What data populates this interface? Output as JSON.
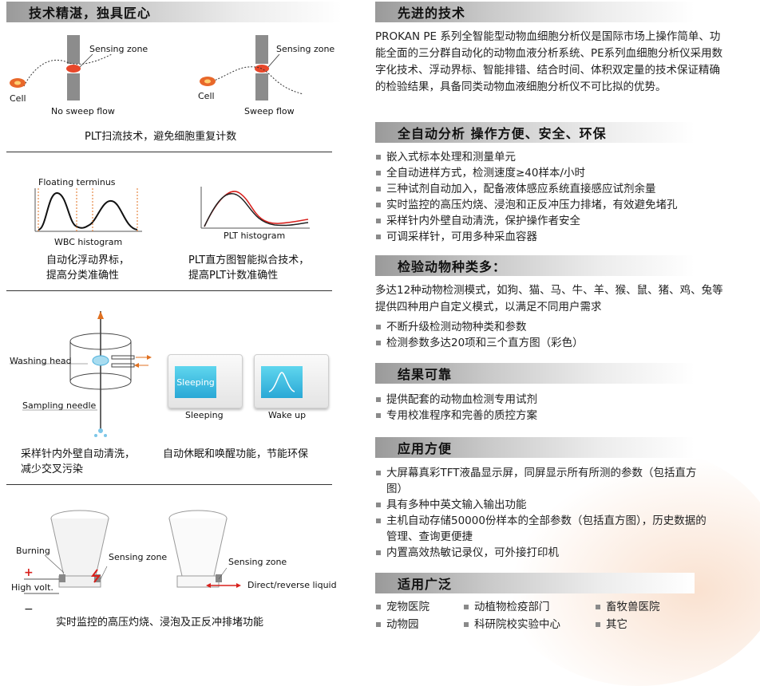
{
  "left": {
    "header": "技术精湛，独具匠心",
    "sec1": {
      "sensing_zone_1": "Sensing zone",
      "cell_1": "Cell",
      "no_sweep": "No sweep flow",
      "sensing_zone_2": "Sensing zone",
      "cell_2": "Cell",
      "sweep": "Sweep flow",
      "caption": "PLT扫流技术，避免细胞重复计数"
    },
    "sec2": {
      "floating": "Floating terminus",
      "wbc": "WBC histogram",
      "plt": "PLT histogram",
      "cap_left_1": "自动化浮动界标，",
      "cap_left_2": "提高分类准确性",
      "cap_right_1": "PLT直方图智能拟合技术，",
      "cap_right_2": "提高PLT计数准确性"
    },
    "sec3": {
      "washing_head": "Washing head",
      "sampling_needle": "Sampling needle",
      "sleeping_screen": "Sleeping",
      "sleeping": "Sleeping",
      "wakeup": "Wake up",
      "cap_left_1": "采样针内外壁自动清洗，",
      "cap_left_2": "减少交叉污染",
      "cap_right": "自动休眠和唤醒功能，节能环保"
    },
    "sec4": {
      "burning": "Burning",
      "sensing_zone_1": "Sensing zone",
      "plus": "+",
      "high_volt": "High volt.",
      "minus": "−",
      "sensing_zone_2": "Sensing zone",
      "direct_reverse": "Direct/reverse liquid",
      "caption": "实时监控的高压灼烧、浸泡及正反冲排堵功能"
    }
  },
  "right": {
    "s1": {
      "title": "先进的技术",
      "para": "PROKAN PE 系列全智能型动物血细胞分析仪是国际市场上操作简单、功能全面的三分群自动化的动物血液分析系统、PE系列血细胞分析仪采用数字化技术、浮动界标、智能排错、结合时间、体积双定量的技术保证精确的检验结果，具备同类动物血液细胞分析仪不可比拟的优势。"
    },
    "s2": {
      "title": "全自动分析  操作方便、安全、环保",
      "items": [
        "嵌入式标本处理和测量单元",
        "全自动进样方式，检测速度≥40样本/小时",
        "三种试剂自动加入，配备液体感应系统直接感应试剂余量",
        "实时监控的高压灼烧、浸泡和正反冲压力排堵，有效避免堵孔",
        "采样针内外壁自动清洗，保护操作者安全",
        "可调采样针，可用多种采血容器"
      ]
    },
    "s3": {
      "title": "检验动物种类多：",
      "para": "多达12种动物检测模式，如狗、猫、马、牛、羊、猴、鼠、猪、鸡、兔等提供四种用户自定义模式，以满足不同用户需求",
      "items": [
        "不断升级检测动物种类和参数",
        "检测参数多达20项和三个直方图（彩色）"
      ]
    },
    "s4": {
      "title": "结果可靠",
      "items": [
        "提供配套的动物血检测专用试剂",
        "专用校准程序和完善的质控方案"
      ]
    },
    "s5": {
      "title": "应用方便",
      "items": [
        "大屏幕真彩TFT液晶显示屏，同屏显示所有所测的参数（包括直方图）",
        "具有多种中英文输入输出功能",
        "主机自动存储50000份样本的全部参数（包括直方图），历史数据的管理、查询更便捷",
        "内置高效热敏记录仪，可外接打印机"
      ]
    },
    "s6": {
      "title": "适用广泛",
      "items": [
        "宠物医院",
        "动植物检疫部门",
        "畜牧兽医院",
        "动物园",
        "科研院校实验中心",
        "其它"
      ]
    }
  },
  "colors": {
    "accent_red": "#d8201c",
    "header_gray": "#9a9a9a",
    "cell_orange": "#e8682a"
  }
}
